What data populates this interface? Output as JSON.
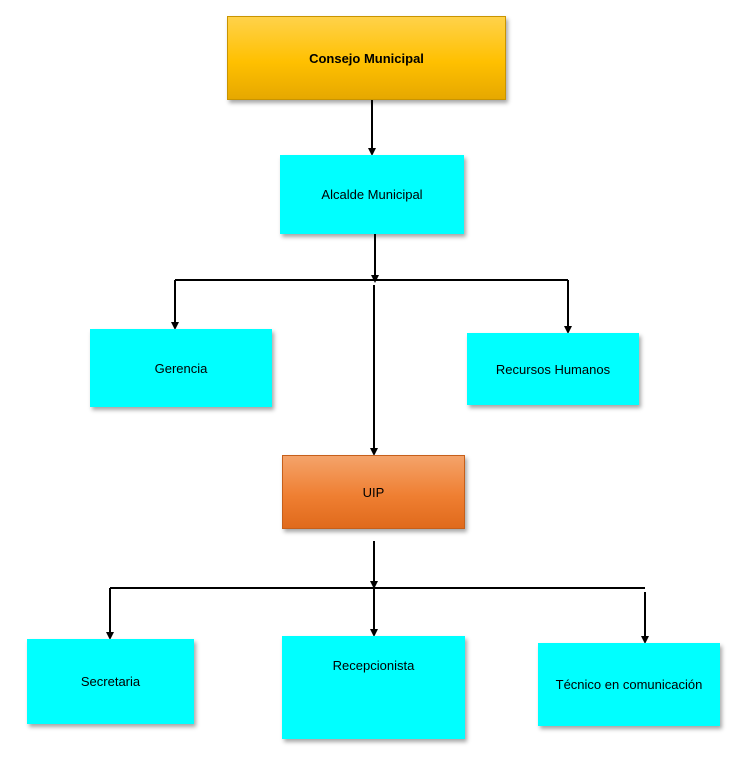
{
  "diagram": {
    "nodes": {
      "consejo": "Consejo Municipal",
      "alcalde": "Alcalde Municipal",
      "gerencia": "Gerencia",
      "rrhh": "Recursos Humanos",
      "uip": "UIP",
      "secretaria": "Secretaria",
      "recepcionista": "Recepcionista",
      "tecnico": "Técnico en comunicación"
    },
    "colors": {
      "top_box": "#ffc000",
      "mid_box": "#ef7f32",
      "standard_box": "#00ffff",
      "connector": "#000000"
    }
  }
}
